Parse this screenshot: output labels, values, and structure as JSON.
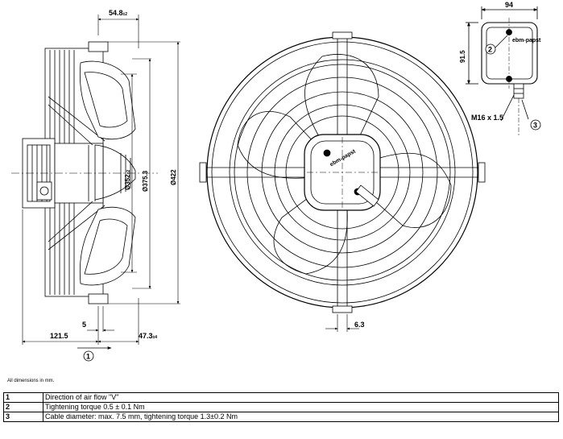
{
  "dimensions": {
    "d_54_8": "54.8",
    "d_54_8_tol": "±2",
    "d_94": "94",
    "d_91_5": "91.5",
    "d_m16": "M16 x 1.5",
    "d_352": "Ø352",
    "d_352_tol": "±2",
    "d_375_3": "Ø375.3",
    "d_422": "Ø422",
    "d_121_5": "121.5",
    "d_5": "5",
    "d_47_3": "47.3",
    "d_47_3_tol": "±4",
    "d_6_3": "6.3"
  },
  "callouts": {
    "c1": "1",
    "c2": "2",
    "c3": "3"
  },
  "brand": "ebm-papst",
  "note": "All dimensions in mm.",
  "legend": [
    {
      "num": "1",
      "text": "Direction of air flow \"V\""
    },
    {
      "num": "2",
      "text": "Tightening torque 0.5 ± 0.1 Nm"
    },
    {
      "num": "3",
      "text": "Cable diameter: max. 7.5 mm, tightening torque 1.3±0.2 Nm"
    }
  ]
}
